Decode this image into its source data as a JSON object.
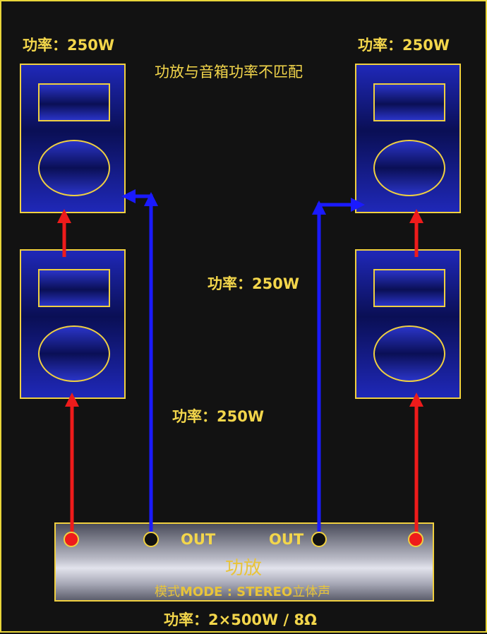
{
  "diagram": {
    "title": "功放与音箱功率不匹配",
    "speaker_top_left_power": "功率：250W",
    "speaker_top_right_power": "功率：250W",
    "mid_power_upper": "功率：250W",
    "mid_power_lower": "功率：250W",
    "amplifier": {
      "out_left": "OUT",
      "out_right": "OUT",
      "name": "功放",
      "mode_prefix": "模式",
      "mode_value": "MODE : STEREO",
      "mode_suffix": "立体声",
      "power": "功率：2×500W / 8Ω"
    },
    "colors": {
      "background": "#121212",
      "label_yellow": "#f3d64b",
      "speaker_blue": "#1f28b8",
      "wire_red": "#ee1b1b",
      "wire_blue": "#1a1aff"
    }
  }
}
